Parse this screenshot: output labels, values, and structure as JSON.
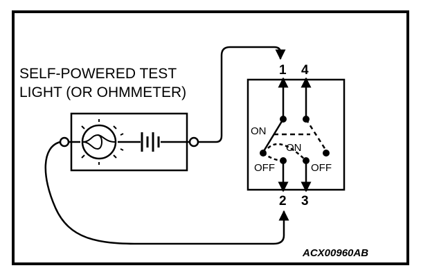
{
  "diagram": {
    "title_line1": "SELF-POWERED TEST",
    "title_line2": "LIGHT (OR OHMMETER)",
    "terminals": {
      "t1": "1",
      "t2": "2",
      "t3": "3",
      "t4": "4"
    },
    "switch_labels": {
      "on_left": "ON",
      "off_left": "OFF",
      "on_right": "ON",
      "off_right": "OFF"
    },
    "figure_code": "ACX00960AB"
  }
}
